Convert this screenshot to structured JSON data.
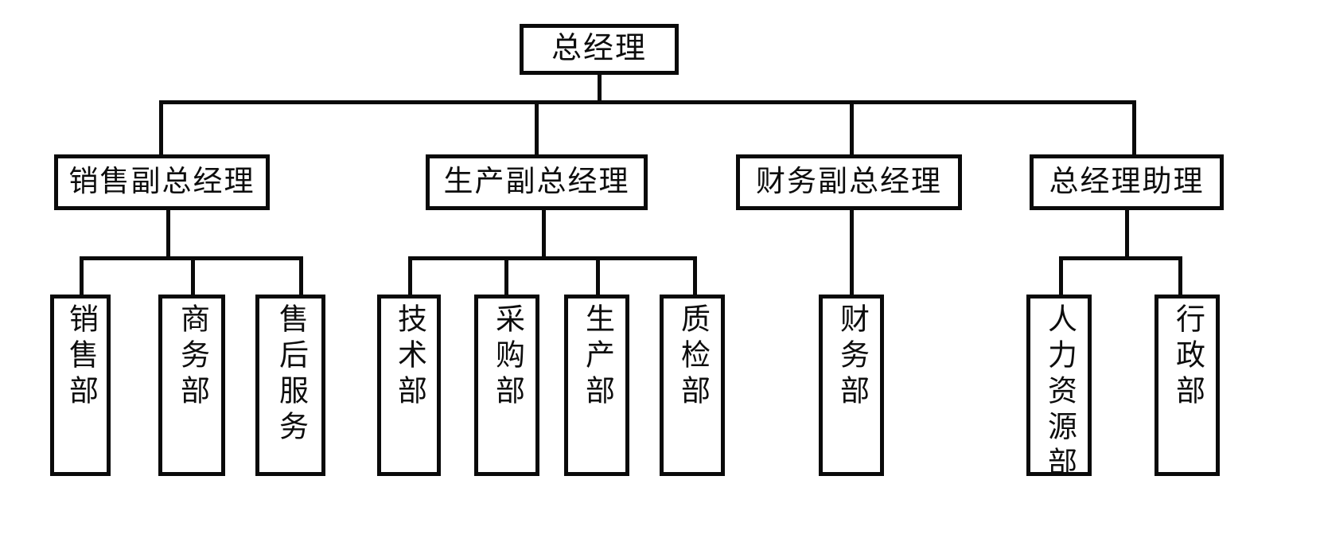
{
  "chart": {
    "type": "org-chart",
    "title": "",
    "orientation": "top-down",
    "line_color": "#0a0a0a",
    "box_border_color": "#0a0a0a",
    "box_fill_color": "#ffffff",
    "background_color": "#ffffff",
    "levels": 3
  },
  "nodes": {
    "root": {
      "label": "总经理",
      "level": 1
    },
    "level2": [
      {
        "label": "销售副总经理",
        "level": 2
      },
      {
        "label": "生产副总经理",
        "level": 2
      },
      {
        "label": "财务副总经理",
        "level": 2
      },
      {
        "label": "总经理助理",
        "level": 2
      }
    ],
    "level3": [
      {
        "label": "销售部",
        "level": 3,
        "parent": "销售副总经理"
      },
      {
        "label": "商务部",
        "level": 3,
        "parent": "销售副总经理"
      },
      {
        "label": "售后服务",
        "level": 3,
        "parent": "销售副总经理"
      },
      {
        "label": "技术部",
        "level": 3,
        "parent": "生产副总经理"
      },
      {
        "label": "采购部",
        "level": 3,
        "parent": "生产副总经理"
      },
      {
        "label": "生产部",
        "level": 3,
        "parent": "生产副总经理"
      },
      {
        "label": "质检部",
        "level": 3,
        "parent": "生产副总经理"
      },
      {
        "label": "财务部",
        "level": 3,
        "parent": "财务副总经理"
      },
      {
        "label": "人力资源部",
        "level": 3,
        "parent": "总经理助理"
      },
      {
        "label": "行政部",
        "level": 3,
        "parent": "总经理助理"
      }
    ]
  }
}
